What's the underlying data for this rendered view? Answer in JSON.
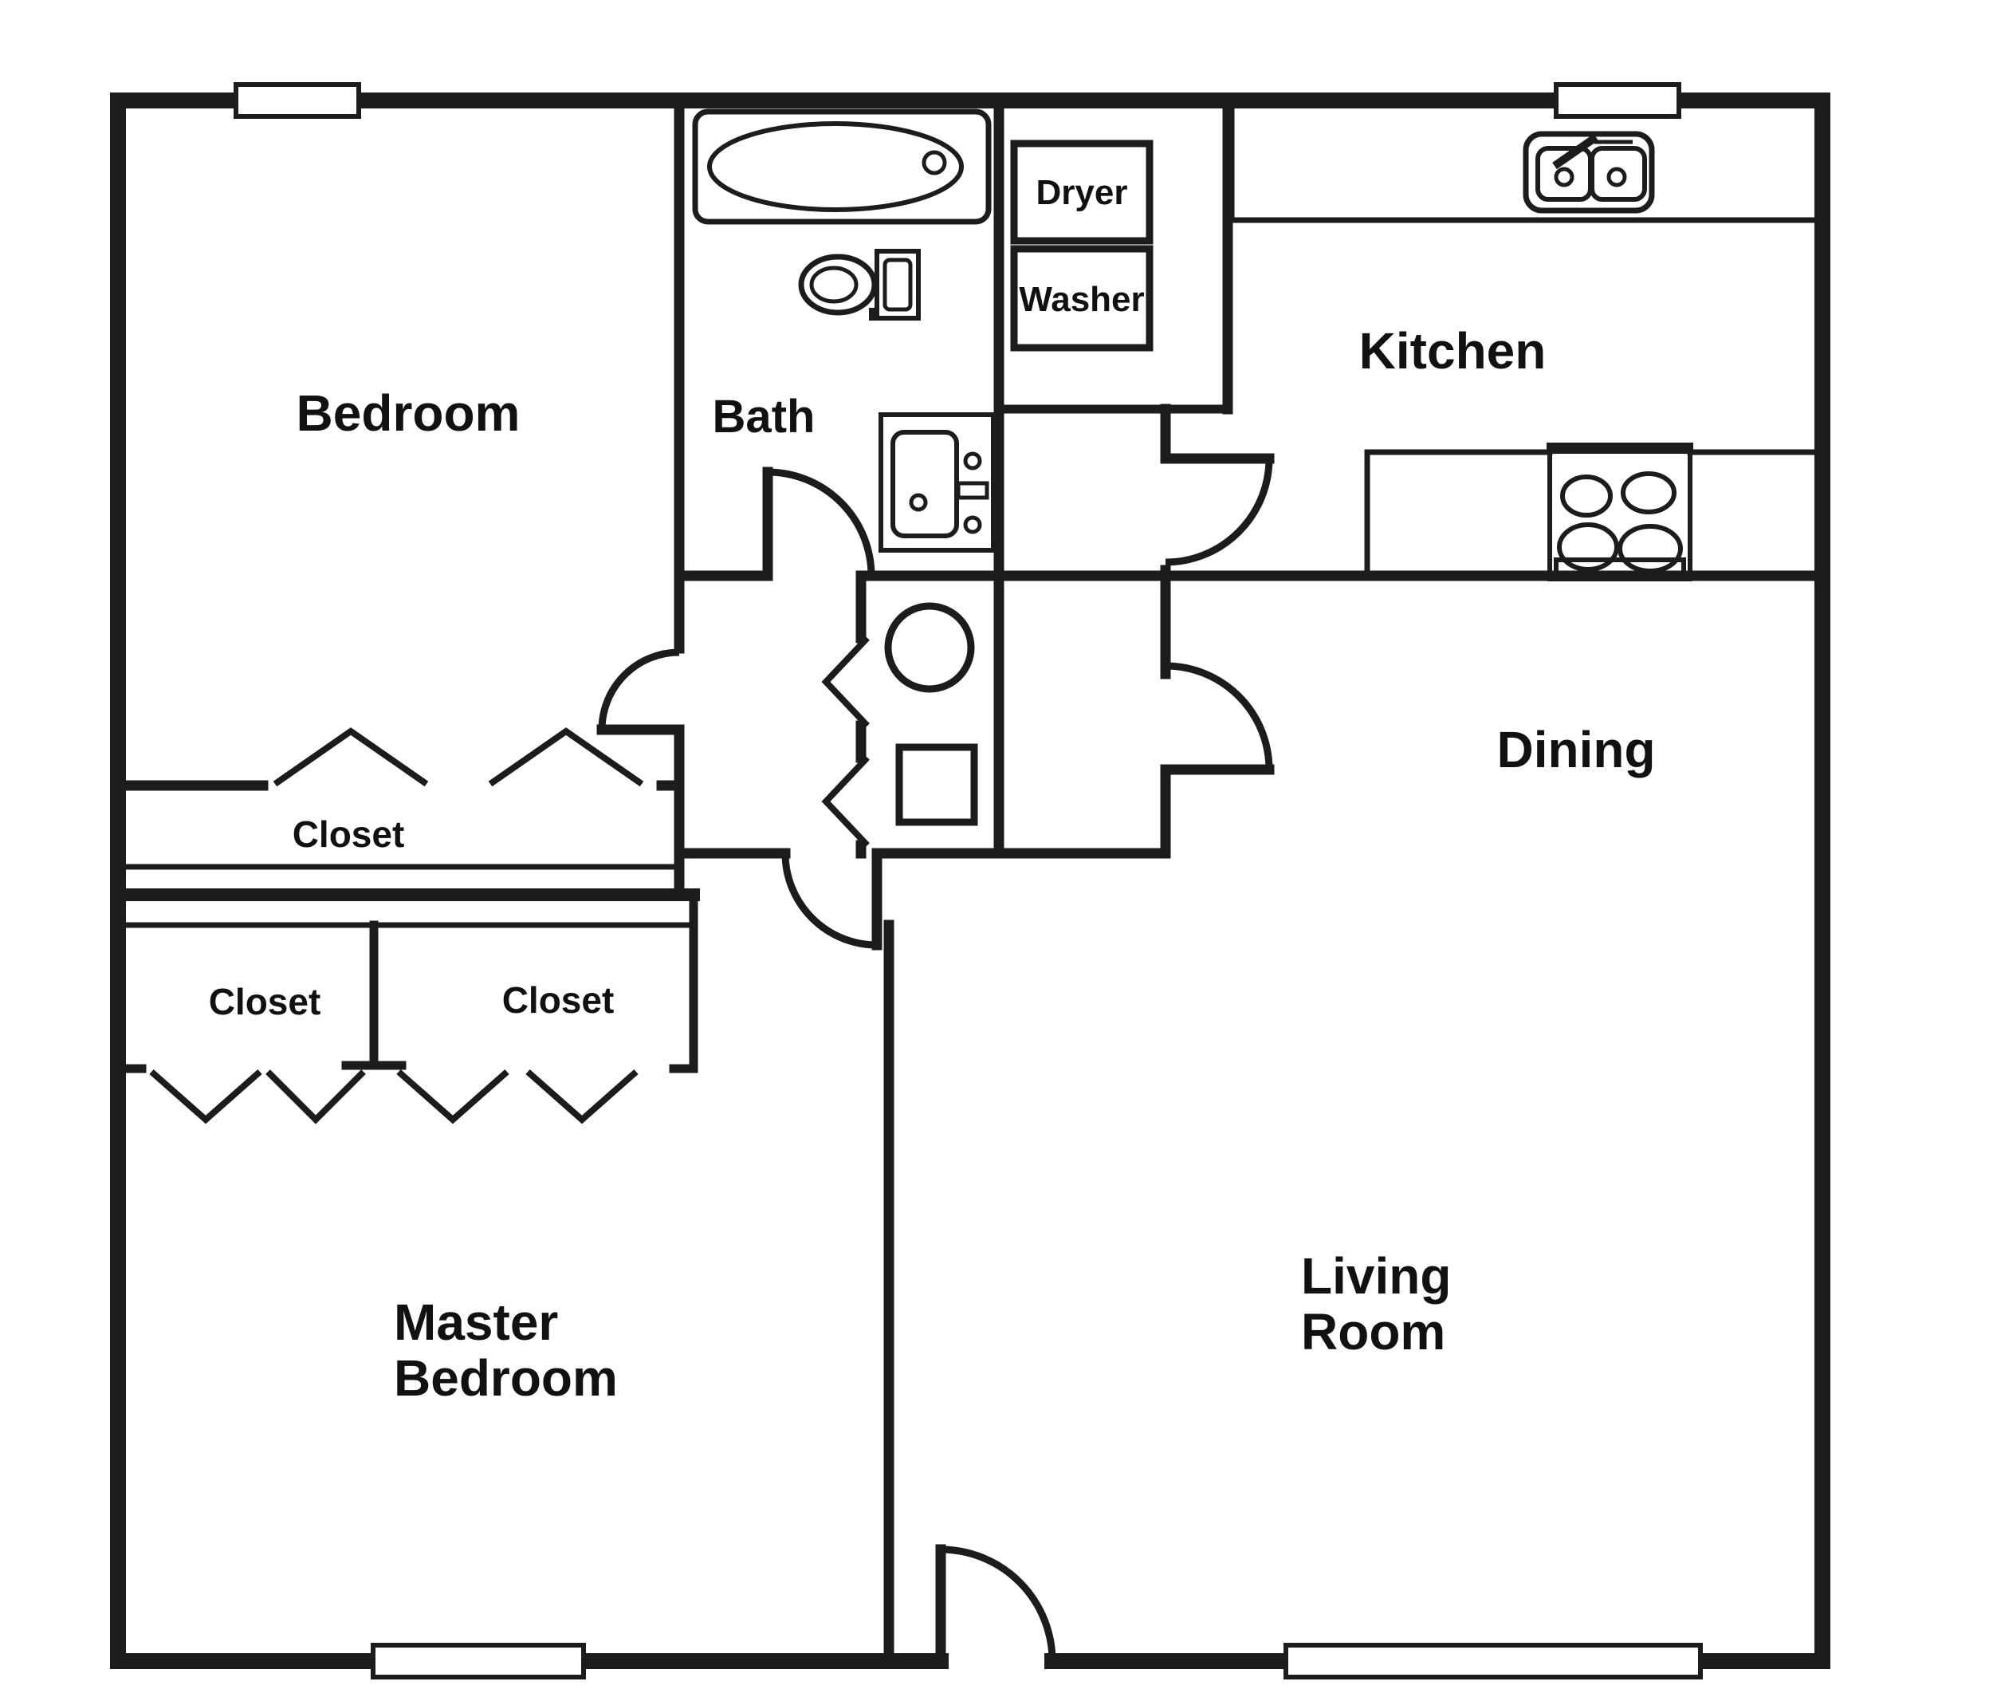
{
  "floor_plan": {
    "rooms": {
      "bedroom": {
        "label": "Bedroom"
      },
      "bath": {
        "label": "Bath"
      },
      "kitchen": {
        "label": "Kitchen"
      },
      "dining": {
        "label": "Dining"
      },
      "living_room": {
        "label_line1": "Living",
        "label_line2": "Room"
      },
      "master_bedroom": {
        "label_line1": "Master",
        "label_line2": "Bedroom"
      },
      "closet_bedroom": {
        "label": "Closet"
      },
      "closet_master_left": {
        "label": "Closet"
      },
      "closet_master_right": {
        "label": "Closet"
      }
    },
    "appliances": {
      "dryer": {
        "label": "Dryer"
      },
      "washer": {
        "label": "Washer"
      }
    },
    "fixtures": [
      "bathtub",
      "toilet",
      "vanity-sink",
      "kitchen-double-sink",
      "stove-cooktop",
      "water-heater",
      "kitchen-counters",
      "closet-bifold-doors"
    ],
    "colors": {
      "wall": "#1c1c1c",
      "background": "#ffffff",
      "text": "#111111"
    }
  }
}
